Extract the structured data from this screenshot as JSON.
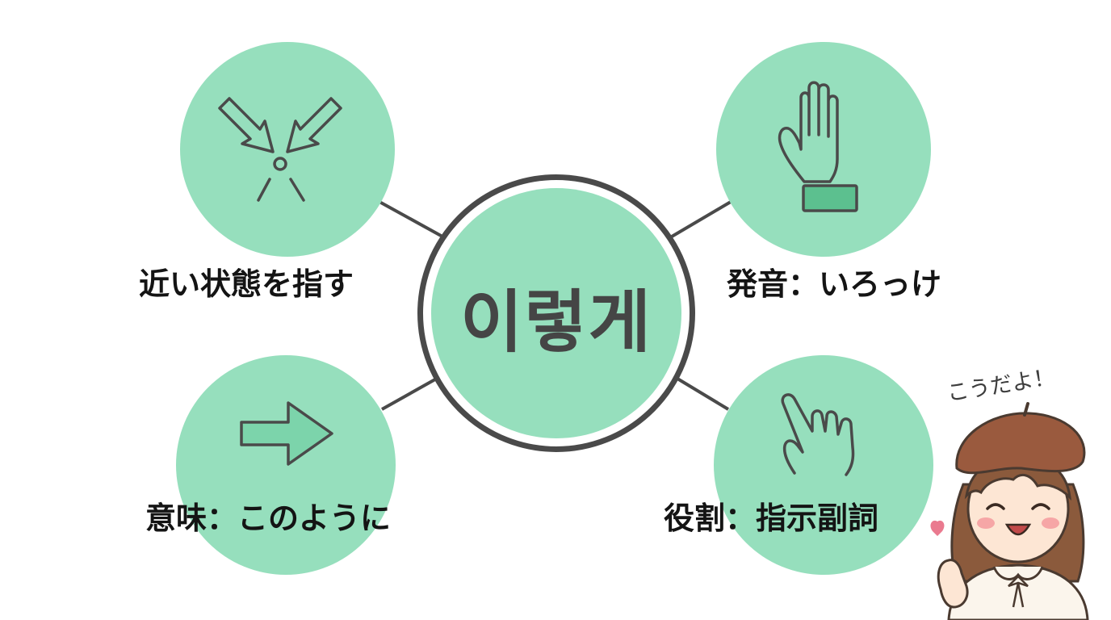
{
  "center": {
    "word": "이렇게"
  },
  "nodes": {
    "top_left": {
      "label": "近い状態を指す",
      "icon": "converging-arrows-icon"
    },
    "top_right": {
      "label": "発音：いろっけ",
      "icon": "raised-hand-icon"
    },
    "bottom_left": {
      "label": "意味：このように",
      "icon": "right-arrow-icon"
    },
    "bottom_right": {
      "label": "役割：指示副詞",
      "icon": "pointing-hand-icon"
    }
  },
  "mascot": {
    "speech": "こうだよ！",
    "icon": "girl-with-beret-mascot"
  },
  "colors": {
    "node_fill": "#96dfbd",
    "stroke": "#4a4a4a",
    "accent_green": "#5cc08f",
    "heart": "#ea7a8f",
    "beret": "#9a5a3e"
  }
}
